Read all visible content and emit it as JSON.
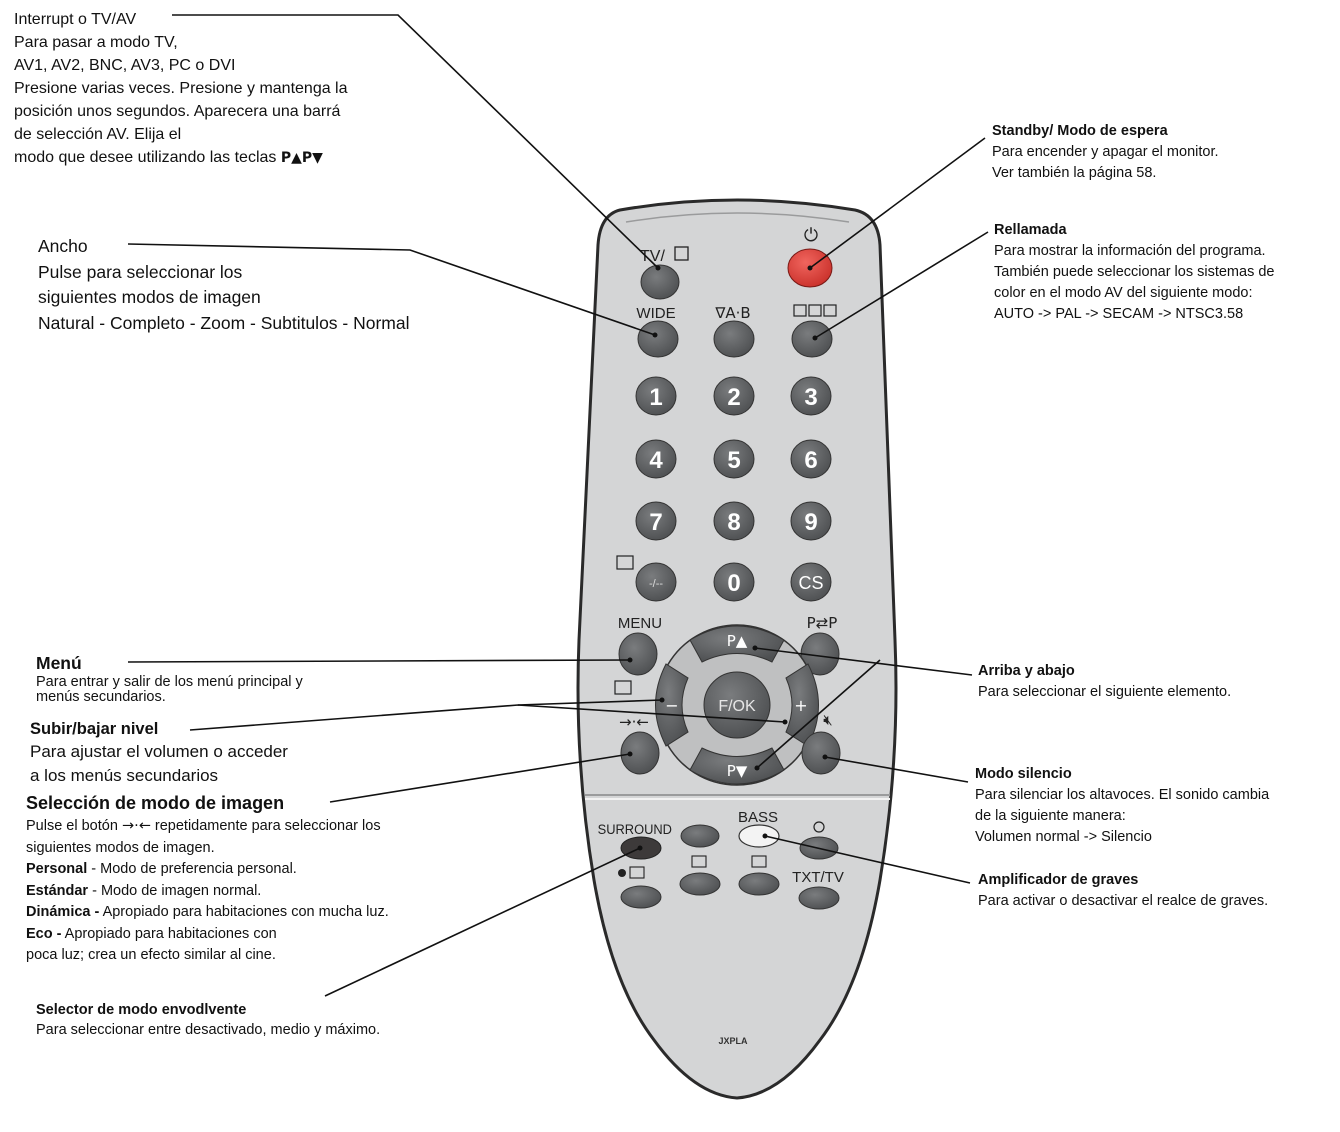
{
  "remote": {
    "labels": {
      "tv_av": "TV/",
      "standby_symbol": "⏻",
      "wide": "WIDE",
      "ab": "∇A·B",
      "digits": [
        "1",
        "2",
        "3",
        "4",
        "5",
        "6",
        "7",
        "8",
        "9"
      ],
      "dash": "-/--",
      "zero": "0",
      "cs": "CS",
      "menu": "MENU",
      "ptp": "P⇄P",
      "p_up": "P▲",
      "p_down": "P▼",
      "fok": "F/OK",
      "vol_minus": "−",
      "vol_plus": "+",
      "picture_mode": "→·←",
      "surround": "SURROUND",
      "bass": "BASS",
      "txt_tv": "TXT/TV",
      "model": "JXPLA"
    },
    "colors": {
      "body": "#d4d5d6",
      "button": "#5f6163",
      "standby": "#e0413a",
      "outline": "#2a2a2a"
    }
  },
  "annotations": {
    "tv_av": {
      "title": "Interrupt o TV/AV",
      "lines": [
        "Para pasar a modo TV,",
        "AV1, AV2, BNC, AV3, PC o DVI",
        "Presione varias veces. Presione y mantenga la",
        "posición unos segundos. Aparecera una barrá",
        "de selección AV. Elija el"
      ],
      "last_line": "modo que desee utilizando las teclas ",
      "keys": "P▲P▼"
    },
    "ancho": {
      "title": "Ancho",
      "lines": [
        "Pulse para seleccionar los",
        "siguientes modos de imagen",
        "Natural - Completo - Zoom - Subtitulos - Normal"
      ]
    },
    "menu": {
      "title": "Menú",
      "lines": [
        "Para entrar y salir de los menú principal y",
        "menús secundarios."
      ]
    },
    "volume": {
      "title": "Subir/bajar nivel",
      "lines": [
        "Para ajustar el volumen o acceder",
        "a los menús secundarios"
      ]
    },
    "picture": {
      "title": "Selección de modo de imagen",
      "intro_a": "Pulse el botón ",
      "intro_symbol": "→·←",
      "intro_b": " repetidamente para seleccionar los",
      "intro_2": "siguientes modos de imagen.",
      "modes": [
        {
          "name": "Personal",
          "desc": " - Modo de preferencia personal."
        },
        {
          "name": "Estándar",
          "desc": " - Modo de imagen normal."
        },
        {
          "name": "Dinámica -",
          "desc": " Apropiado para habitaciones con mucha luz."
        },
        {
          "name": "Eco -",
          "desc": " Apropiado para habitaciones con"
        }
      ],
      "last": "poca luz; crea un efecto similar al cine."
    },
    "surround": {
      "title": "Selector de modo envodlvente",
      "lines": [
        "Para seleccionar entre desactivado, medio y máximo."
      ]
    },
    "standby": {
      "title": "Standby/ Modo de espera",
      "lines": [
        "Para encender y apagar el monitor.",
        "Ver también la página 58."
      ]
    },
    "rellamada": {
      "title": "Rellamada",
      "lines": [
        "Para mostrar la información del programa.",
        "También puede seleccionar los sistemas de",
        "color en el modo AV del siguiente modo:",
        "AUTO -> PAL -> SECAM -> NTSC3.58"
      ]
    },
    "arriba": {
      "title": "Arriba y abajo",
      "lines": [
        "Para seleccionar el siguiente elemento."
      ]
    },
    "mute": {
      "title": "Modo silencio",
      "lines": [
        "Para silenciar los altavoces. El sonido cambia",
        "de la siguiente manera:",
        "Volumen normal -> Silencio"
      ]
    },
    "bass": {
      "title": "Amplificador de graves",
      "lines": [
        "Para activar o desactivar el realce de graves."
      ]
    }
  }
}
